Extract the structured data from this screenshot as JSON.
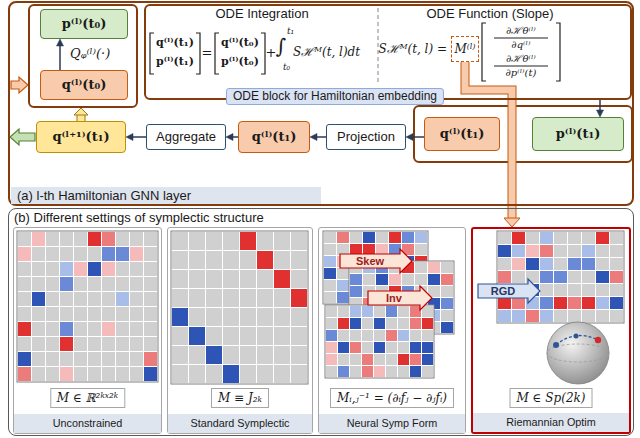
{
  "diagram": {
    "nodes": [
      {
        "text": [
          "(a) l-th Hamiltonian GNN layer"
        ]
      },
      {
        "text": [
          "Qᵩ⁽ˡ⁾(·)"
        ],
        "in": 0
      },
      {
        "text": [
          "p⁽ˡ⁾(t₀)"
        ],
        "in": 1
      },
      {
        "text": [
          "q⁽ˡ⁾(t₀)"
        ],
        "in": 1
      },
      {
        "text": [
          "ODE Integration",
          "ODE Function (Slope)",
          "ODE block for Hamiltonian embedding"
        ],
        "in": 0
      },
      {
        "text": [
          "M⁽ˡ⁾"
        ],
        "in": 4
      },
      {
        "text": [
          "q⁽ˡ⁺¹⁾(t₁)"
        ],
        "in": 0
      },
      {
        "text": [
          "Aggregate"
        ],
        "in": 0
      },
      {
        "text": [
          "q⁽ˡ⁾(t₁)"
        ],
        "in": 0
      },
      {
        "text": [
          "Projection"
        ],
        "in": 0
      },
      {
        "text": [
          "q⁽ˡ⁾(t₁)"
        ],
        "in": 0
      },
      {
        "text": [
          "p⁽ˡ⁾(t₁)"
        ],
        "in": 0
      },
      {
        "text": [
          "(b) Different settings of symplectic structure"
        ]
      },
      {
        "text": [
          "M ∈ ℝ²ᵏˣ²ᵏ",
          "Unconstrained"
        ],
        "in": 12
      },
      {
        "text": [
          "M ≡ J₂ₖ",
          "Standard Symplectic"
        ],
        "in": 12
      },
      {
        "text": [
          "Mᵢ,ⱼ⁻¹ = (∂ᵢfⱼ − ∂ⱼfᵢ)",
          "Neural Symp Form"
        ],
        "in": 12
      },
      {
        "text": [
          "M ∈ Sp(2k)",
          "Riemannian Optim"
        ],
        "in": 12
      }
    ],
    "edges": [
      {
        "from": 3,
        "to": 2,
        "arrow": "to"
      },
      {
        "from": 4,
        "to": 11,
        "arrow": "to"
      },
      {
        "from": 10,
        "to": 9,
        "arrow": "to"
      },
      {
        "from": 9,
        "to": 8,
        "arrow": "to"
      },
      {
        "from": 8,
        "to": 7,
        "arrow": "to"
      },
      {
        "from": 7,
        "to": 6,
        "arrow": "to"
      },
      {
        "from": 6,
        "to": 1,
        "arrow": "to"
      },
      {
        "from": 5,
        "to": 16,
        "arrow": "to"
      }
    ],
    "labels": [
      "q⁽ˡ⁾(t₁)",
      "p⁽ˡ⁾(t₁)",
      "=",
      "q⁽ˡ⁾(t₀)",
      "p⁽ˡ⁾(t₀)",
      "+",
      "∫",
      "t₁",
      "t₀",
      "Sℋᴹ(t, l)dt",
      "Sℋᴹ(t, l) =",
      "∂ℋθ⁽ˡ⁾",
      "∂q⁽ˡ⁾",
      "∂ℋθ⁽ˡ⁾",
      "∂p⁽ˡ⁾(t)",
      "Skew",
      "Inv",
      "RGD"
    ]
  }
}
